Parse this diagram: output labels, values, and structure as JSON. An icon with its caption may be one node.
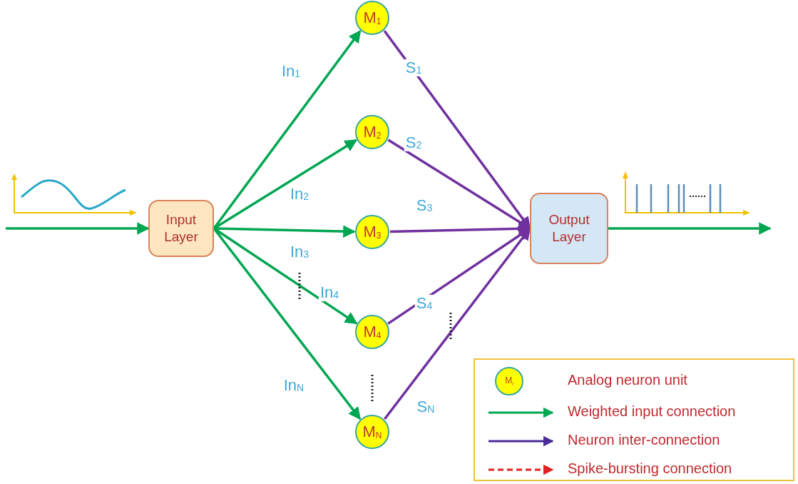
{
  "diagram": {
    "nodes": [
      {
        "text": [
          "Input Layer"
        ]
      },
      {
        "text": [
          "M$_{1}$"
        ]
      },
      {
        "text": [
          "M$_{2}$"
        ]
      },
      {
        "text": [
          "M$_{3}$"
        ]
      },
      {
        "text": [
          "M$_{4}$"
        ]
      },
      {
        "text": [
          "M$_{N}$"
        ]
      },
      {
        "text": [
          "Output Layer"
        ]
      }
    ],
    "edges": [
      {
        "from": null,
        "to": 0,
        "arrow": "to"
      },
      {
        "from": 0,
        "to": 1,
        "arrow": "to",
        "label": "In$_{1}$"
      },
      {
        "from": 0,
        "to": 2,
        "arrow": "to",
        "label": "In$_{2}$"
      },
      {
        "from": 0,
        "to": 3,
        "arrow": "to",
        "label": "In$_{3}$"
      },
      {
        "from": 0,
        "to": 4,
        "arrow": "to",
        "label": "In$_{4}$"
      },
      {
        "from": 0,
        "to": 5,
        "arrow": "to",
        "label": "In$_{N}$"
      },
      {
        "from": 1,
        "to": 6,
        "arrow": "to",
        "label": "S$_{1}$",
        "color": "#7030a0"
      },
      {
        "from": 2,
        "to": 6,
        "arrow": "to",
        "label": "S$_{2}$",
        "color": "#7030a0"
      },
      {
        "from": 3,
        "to": 6,
        "arrow": "to",
        "label": "S$_{3}$",
        "color": "#7030a0"
      },
      {
        "from": 4,
        "to": 6,
        "arrow": "to",
        "label": "S$_{4}$",
        "color": "#7030a0"
      },
      {
        "from": 5,
        "to": 6,
        "arrow": "to",
        "label": "S$_{N}$",
        "color": "#7030a0"
      },
      {
        "from": 6,
        "to": null,
        "arrow": "to"
      }
    ],
    "labels": [
      "M$_{i}$"
    ],
    "legend": [
      {
        "text": "Analog neuron unit"
      },
      {
        "text": "Weighted input connection"
      },
      {
        "text": "Neuron inter-connection"
      },
      {
        "text": "Spike-bursting connection"
      }
    ]
  }
}
